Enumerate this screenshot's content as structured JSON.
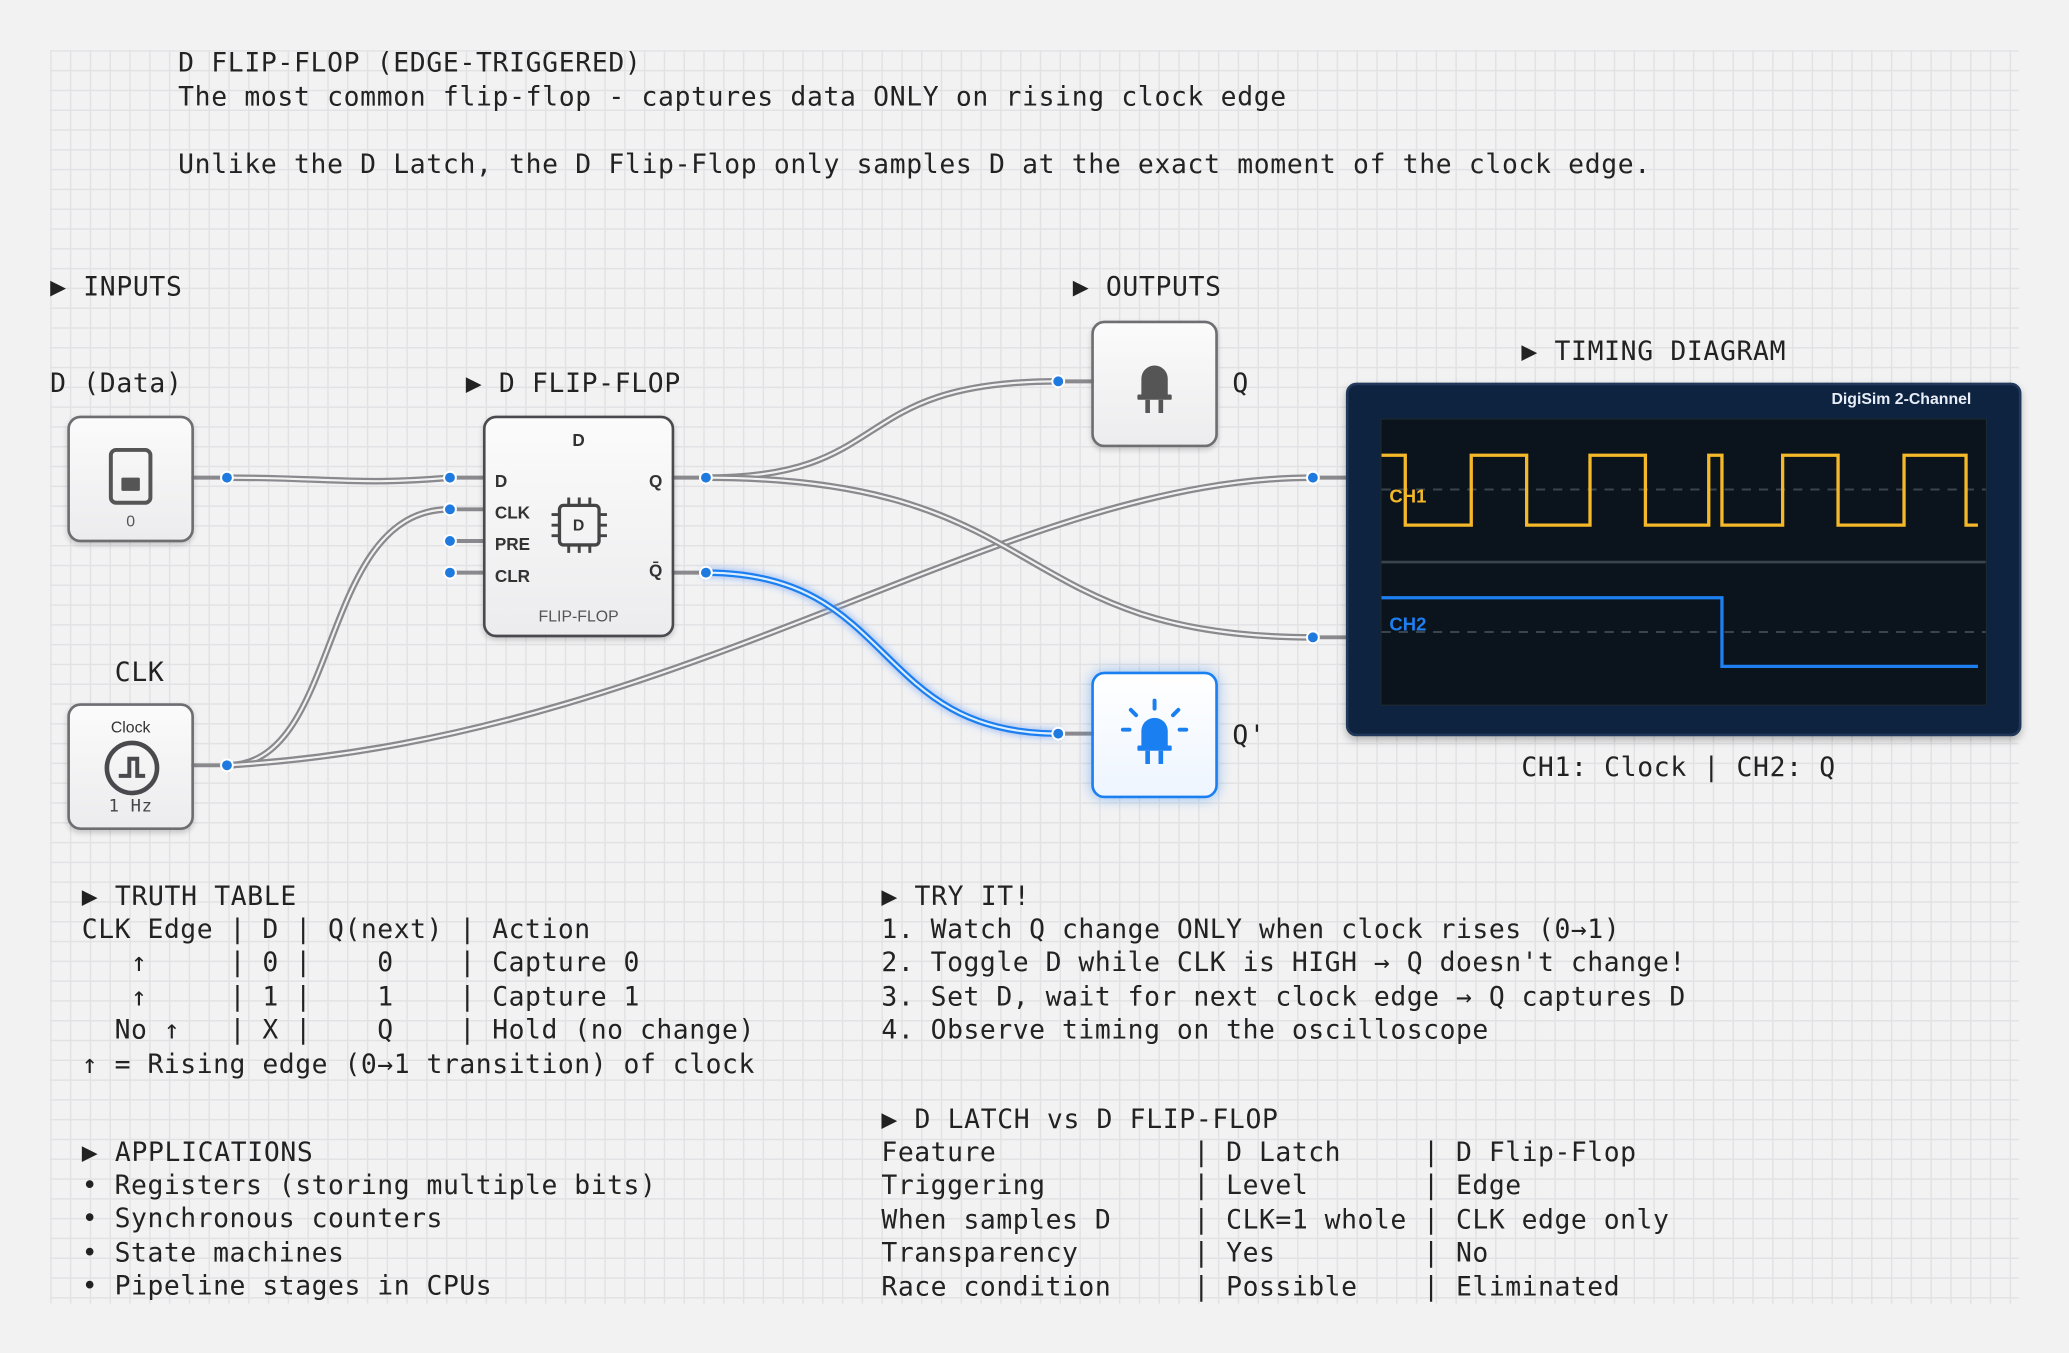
{
  "header": {
    "title": "D FLIP-FLOP (EDGE-TRIGGERED)",
    "subtitle": "The most common flip-flop - captures data ONLY on rising clock edge",
    "note": "Unlike the D Latch, the D Flip-Flop only samples D at the exact moment of the clock edge."
  },
  "sections": {
    "inputs": "▶ INPUTS",
    "outputs": "▶ OUTPUTS",
    "flipflop": "▶ D FLIP-FLOP",
    "timing": "▶ TIMING DIAGRAM"
  },
  "inputs": {
    "d_label": "D (Data)",
    "d_value": "0",
    "clk_label": "CLK",
    "clk_title": "Clock",
    "clk_freq": "1 Hz"
  },
  "flipflop": {
    "top_label": "D",
    "pins_left": [
      "D",
      "CLK",
      "PRE",
      "CLR"
    ],
    "pin_q": "Q",
    "pin_qbar": "Q̄",
    "chip_label": "D",
    "footer": "FLIP-FLOP"
  },
  "outputs": {
    "q_label": "Q",
    "qbar_label": "Q'",
    "q_state": "off",
    "qbar_state": "on"
  },
  "scope": {
    "brand": "DigiSim 2-Channel",
    "ch1": "CH1",
    "ch2": "CH2",
    "caption": "CH1: Clock | CH2: Q",
    "ch1_color": "#f5b829",
    "ch2_color": "#1e7ff0"
  },
  "truth_table": {
    "heading": "▶ TRUTH TABLE",
    "lines": [
      "CLK Edge | D | Q(next) | Action",
      "   ↑     | 0 |    0    | Capture 0",
      "   ↑     | 1 |    1    | Capture 1",
      "  No ↑   | X |    Q    | Hold (no change)",
      "↑ = Rising edge (0→1 transition) of clock"
    ]
  },
  "try_it": {
    "heading": "▶ TRY IT!",
    "lines": [
      "1. Watch Q change ONLY when clock rises (0→1)",
      "2. Toggle D while CLK is HIGH → Q doesn't change!",
      "3. Set D, wait for next clock edge → Q captures D",
      "4. Observe timing on the oscilloscope"
    ]
  },
  "applications": {
    "heading": "▶ APPLICATIONS",
    "lines": [
      "• Registers (storing multiple bits)",
      "• Synchronous counters",
      "• State machines",
      "• Pipeline stages in CPUs"
    ]
  },
  "comparison": {
    "heading": "▶ D LATCH vs D FLIP-FLOP",
    "lines": [
      "Feature            | D Latch     | D Flip-Flop",
      "Triggering         | Level       | Edge",
      "When samples D     | CLK=1 whole | CLK edge only",
      "Transparency       | Yes         | No",
      "Race condition     | Possible    | Eliminated"
    ]
  }
}
